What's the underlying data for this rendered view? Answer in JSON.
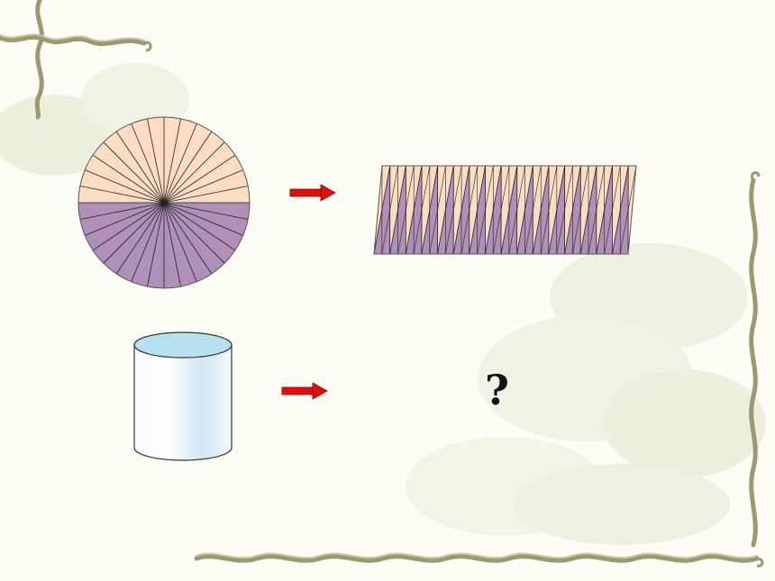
{
  "slide": {
    "question_text": "?",
    "colors": {
      "background": "#fdfdf6",
      "vine": "#9a9a72",
      "vine_light": "#c9c59f",
      "flower_wash": "#e9ead7",
      "circle_top": "#fcdcc3",
      "circle_bottom": "#b08fb8",
      "sector_line": "#222222",
      "arrow": "#e01010",
      "arrow_edge": "#8a0000",
      "cylinder_top": "#b7e1f0",
      "cylinder_body": "#eef7fb",
      "cylinder_shade": "#cfe6f2"
    }
  },
  "figures": {
    "circle": {
      "icon": "circle-divided-into-sectors",
      "sector_count": 32
    },
    "rectangle": {
      "icon": "rearranged-sectors-parallelogram",
      "strip_count": 32
    },
    "cylinder": {
      "icon": "cylinder"
    },
    "arrows": [
      "red-arrow-right",
      "red-arrow-right"
    ]
  }
}
